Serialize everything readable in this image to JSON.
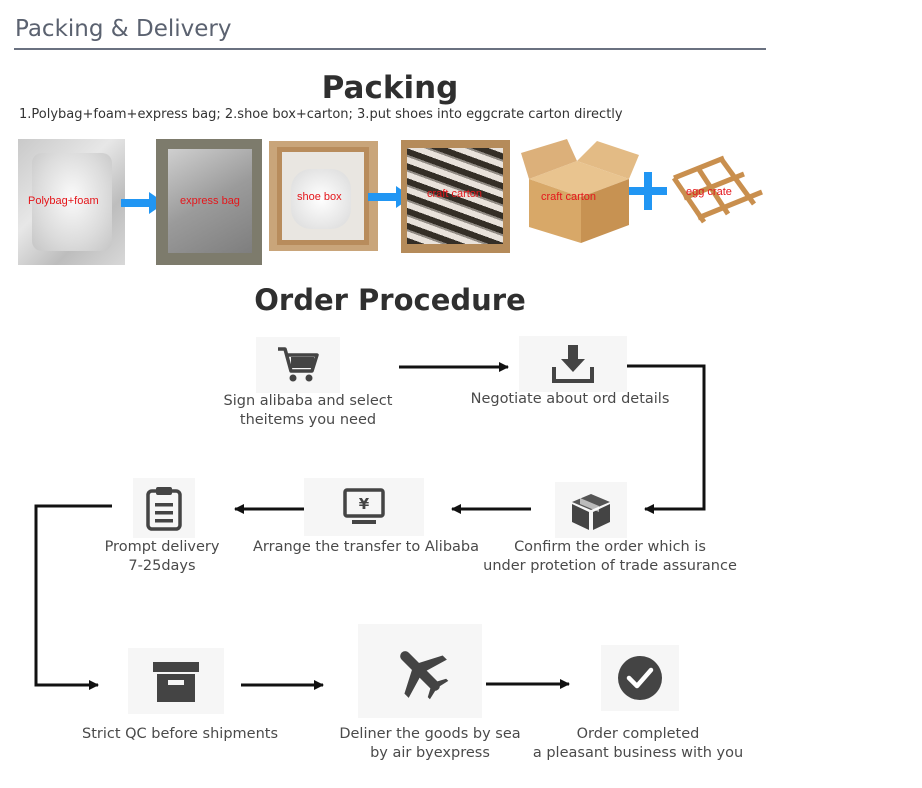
{
  "section": {
    "title": "Packing & Delivery"
  },
  "packing": {
    "title": "Packing",
    "description": "1.Polybag+foam+express bag;  2.shoe box+carton; 3.put shoes into eggcrate carton directly",
    "photos": [
      {
        "label": "Polybag+foam"
      },
      {
        "label": "express bag"
      },
      {
        "label": "shoe box"
      },
      {
        "label": "craft carton"
      },
      {
        "label": "craft carton"
      },
      {
        "label": "egg crate"
      }
    ],
    "colors": {
      "arrow": "#2196f3",
      "label": "#e4161b"
    }
  },
  "order": {
    "title": "Order Procedure",
    "steps": {
      "sign": {
        "icon": "cart-icon",
        "line1": "Sign alibaba and select",
        "line2": "theitems you need"
      },
      "negotiate": {
        "icon": "download-icon",
        "line1": "Negotiate about ord details"
      },
      "confirm": {
        "icon": "box-icon",
        "line1": "Confirm the order which is",
        "line2": "under protetion of trade assurance"
      },
      "arrange": {
        "icon": "payment-monitor-icon",
        "line1": "Arrange the transfer to Alibaba"
      },
      "prompt": {
        "icon": "clipboard-icon",
        "line1": "Prompt delivery",
        "line2": "7-25days"
      },
      "qc": {
        "icon": "archive-box-icon",
        "line1": "Strict QC before shipments"
      },
      "deliver": {
        "icon": "airplane-icon",
        "line1": "Deliner the goods by sea",
        "line2": "by air byexpress"
      },
      "completed": {
        "icon": "check-circle-icon",
        "line1": "Order completed",
        "line2": "a pleasant business with you"
      }
    }
  }
}
